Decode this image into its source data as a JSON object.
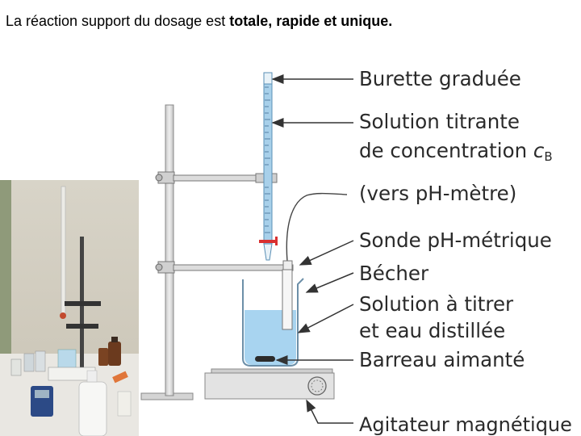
{
  "title": {
    "prefix": "La réaction support du dosage est ",
    "emphasis": "totale, rapide et unique."
  },
  "labels": {
    "burette": "Burette graduée",
    "solution_titrante": "Solution titrante",
    "concentration_text": "de concentration ",
    "concentration_symbol": "c",
    "concentration_sub": "B",
    "vers_ph": "(vers pH-mètre)",
    "sonde": "Sonde pH-métrique",
    "becher": "Bécher",
    "solution_titrer": "Solution à titrer",
    "eau_distillee": "et eau distillée",
    "barreau": "Barreau aimanté",
    "agitateur": "Agitateur magnétique"
  },
  "colors": {
    "solution_blue": "#a8d4f0",
    "burette_blue": "#7fb8de",
    "stand_grey": "#d6d6d6",
    "marker_red": "#d93030"
  }
}
